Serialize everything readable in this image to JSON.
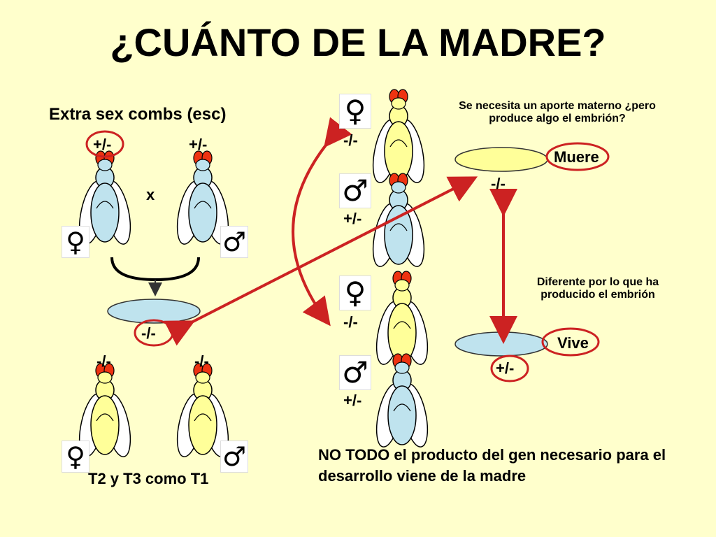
{
  "title": "¿CUÁNTO DE LA MADRE?",
  "subtitle": "Extra sex combs (esc)",
  "cross_symbol": "x",
  "female_symbol": "♀",
  "male_symbol": "♂",
  "parents": [
    {
      "genotype": "+/-",
      "sex": "female",
      "body": "blue"
    },
    {
      "genotype": "+/-",
      "sex": "male",
      "body": "blue"
    }
  ],
  "embryo_center": {
    "genotype": "-/-"
  },
  "offspring": [
    {
      "genotype": "-/-",
      "sex": "female",
      "body": "yellow"
    },
    {
      "genotype": "-/-",
      "sex": "male",
      "body": "yellow"
    }
  ],
  "offspring_caption": "T2 y T3 como T1",
  "test_crosses": [
    {
      "female_genotype": "-/-",
      "male_genotype": "+/-"
    },
    {
      "female_genotype": "-/-",
      "male_genotype": "+/-"
    }
  ],
  "note_top": "Se necesita un aporte materno ¿pero produce algo el embrión?",
  "embryo_dies": {
    "genotype": "-/-",
    "label": "Muere"
  },
  "note_middle": "Diferente por lo que ha producido el embrión",
  "embryo_lives": {
    "genotype": "+/-",
    "label": "Vive"
  },
  "conclusion": "NO TODO el producto del gen necesario para el desarrollo viene de la madre",
  "colors": {
    "background": "#ffffcc",
    "fly_blue": "#bfe3ee",
    "fly_yellow": "#ffff99",
    "eye": "#ee3311",
    "arrow": "#cc2222",
    "embryo_yellow": "#ffff99",
    "embryo_blue": "#bfe3ee",
    "circle": "#cc2222"
  }
}
